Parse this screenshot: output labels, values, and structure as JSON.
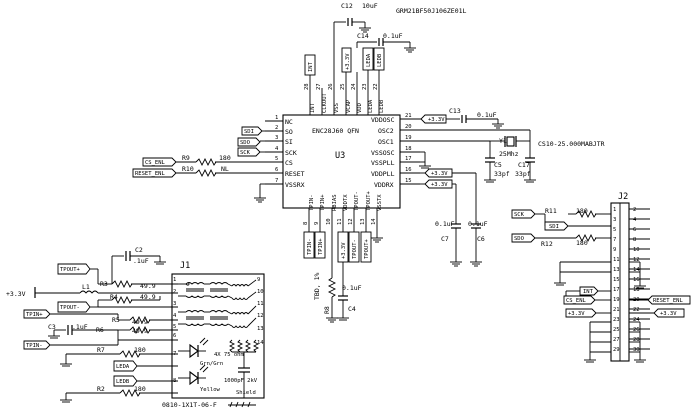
{
  "u3": {
    "ref": "U3",
    "part": "ENC28J60 QFN",
    "left_pins": [
      {
        "num": "1",
        "name": "NC"
      },
      {
        "num": "2",
        "name": "SO"
      },
      {
        "num": "3",
        "name": "SI"
      },
      {
        "num": "4",
        "name": "SCK"
      },
      {
        "num": "5",
        "name": "CS"
      },
      {
        "num": "6",
        "name": "RESET"
      },
      {
        "num": "7",
        "name": "VSSRX"
      }
    ],
    "right_pins": [
      {
        "num": "21",
        "name": "VDDOSC"
      },
      {
        "num": "20",
        "name": "OSC2"
      },
      {
        "num": "19",
        "name": "OSC1"
      },
      {
        "num": "18",
        "name": "VSSOSC"
      },
      {
        "num": "17",
        "name": "VSSPLL"
      },
      {
        "num": "16",
        "name": "VDDPLL"
      },
      {
        "num": "15",
        "name": "VDDRX"
      }
    ],
    "top_pins": [
      {
        "num": "28",
        "name": "INT"
      },
      {
        "num": "27",
        "name": "CLKOUT"
      },
      {
        "num": "26",
        "name": "VSS"
      },
      {
        "num": "25",
        "name": "VCAP"
      },
      {
        "num": "24",
        "name": "VDD"
      },
      {
        "num": "23",
        "name": "LEDA"
      },
      {
        "num": "22",
        "name": "LEDB"
      }
    ],
    "bottom_pins": [
      {
        "num": "8",
        "name": "TPIN-"
      },
      {
        "num": "9",
        "name": "TPIN+"
      },
      {
        "num": "10",
        "name": "RBIAS"
      },
      {
        "num": "11",
        "name": "VDDTX"
      },
      {
        "num": "12",
        "name": "TPOUT-"
      },
      {
        "num": "13",
        "name": "TPOUT+"
      },
      {
        "num": "14",
        "name": "VSSTX"
      }
    ]
  },
  "nets": {
    "int": "INT",
    "leda": "LEDA",
    "ledb": "LEDB",
    "sdi": "SDI",
    "sdo": "SDO",
    "sck": "SCK",
    "cs_enl": "CS_ENL",
    "reset_enl": "RESET_ENL",
    "v33": "+3.3V",
    "tpin_m": "TPIN-",
    "tpin_p": "TPIN+",
    "tpout_m": "TPOUT-",
    "tpout_p": "TPOUT+",
    "int_j2": "INT"
  },
  "components": {
    "c12": "C12",
    "c12_val": "10uF",
    "c12_part": "GRM21BF50J106ZE01L",
    "c14": "C14",
    "c14_val": "0.1uF",
    "c13": "C13",
    "c13_val": "0.1uF",
    "y1": "Y1",
    "y1_freq": "25Mhz",
    "y1_part": "CS10-25.000MABJTR",
    "c5": "C5",
    "c5_val": "33pf",
    "c17": "C17",
    "c17_val": "33pf",
    "c7": "C7",
    "c7_val": "0.1uF",
    "c6": "C6",
    "c6_val": "0.1uF",
    "r9": "R9",
    "r9_val": "180",
    "r10": "R10",
    "r10_val": "NL",
    "c4": "C4",
    "c4_val": "0.1uF",
    "r8": "R8",
    "r8_val": "TBD, 1%",
    "c2": "C2",
    "c2_val": ".1uF",
    "c3": "C3",
    "c3_val": ".1uF",
    "l1": "L1",
    "r3": "R3",
    "r3_val": "49.9",
    "r4": "R4",
    "r4_val": "49.9",
    "r5": "R5",
    "r5_val": "49.9",
    "r6": "R6",
    "r6_val": "49.9",
    "r7": "R7",
    "r7_val": "180",
    "r2": "R2",
    "r2_val": "180",
    "r11": "R11",
    "r11_val": "180",
    "r12": "R12",
    "r12_val": "180"
  },
  "j1": {
    "ref": "J1",
    "part": "0810-1X1T-06-F",
    "grn_label": "Grn/Grn",
    "yel_label": "Yellow",
    "res_network": "4X\n75 ohm",
    "cap_label": "1000pF 2kV",
    "shield": "Shield",
    "pins": [
      "1",
      "2",
      "3",
      "4",
      "5",
      "6",
      "7",
      "8",
      "9",
      "10",
      "11",
      "12",
      "13",
      "14"
    ]
  },
  "j2": {
    "ref": "J2",
    "pins_left": [
      "1",
      "3",
      "5",
      "7",
      "9",
      "11",
      "13",
      "15",
      "17",
      "19",
      "21",
      "23",
      "25",
      "27",
      "29"
    ],
    "pins_right": [
      "2",
      "4",
      "6",
      "8",
      "10",
      "12",
      "14",
      "16",
      "18",
      "20",
      "22",
      "24",
      "26",
      "28",
      "30"
    ]
  }
}
